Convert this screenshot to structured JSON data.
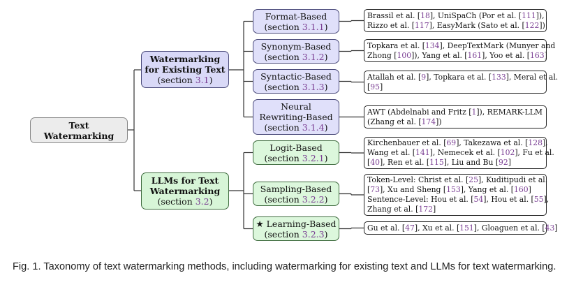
{
  "root": {
    "title_line1": "Text",
    "title_line2": "Watermarking"
  },
  "branches": [
    {
      "id": "existing",
      "title_line1": "Watermarking",
      "title_line2": "for Existing Text",
      "section_prefix": "(section ",
      "section_num": "3.1",
      "section_suffix": ")",
      "children": [
        {
          "id": "format",
          "title": [
            "Format-Based"
          ],
          "section_num": "3.1.1",
          "refs": [
            [
              [
                "Brassil et al. [",
                ""
              ],
              [
                "18",
                "ref"
              ],
              [
                "], UniSpaCh (Por et al. [",
                ""
              ],
              [
                "111",
                "ref"
              ],
              [
                "]),",
                ""
              ]
            ],
            [
              [
                "Rizzo et al. [",
                ""
              ],
              [
                "117",
                "ref"
              ],
              [
                "], EasyMark (Sato et al. [",
                ""
              ],
              [
                "122",
                "ref"
              ],
              [
                "])",
                ""
              ]
            ]
          ]
        },
        {
          "id": "synonym",
          "title": [
            "Synonym-Based"
          ],
          "section_num": "3.1.2",
          "refs": [
            [
              [
                "Topkara et al. [",
                ""
              ],
              [
                "134",
                "ref"
              ],
              [
                "], DeepTextMark (Munyer and",
                ""
              ]
            ],
            [
              [
                "Zhong [",
                ""
              ],
              [
                "100",
                "ref"
              ],
              [
                "]), Yang et al. [",
                ""
              ],
              [
                "161",
                "ref"
              ],
              [
                "], Yoo et al. [",
                ""
              ],
              [
                "163",
                "ref"
              ],
              [
                "]",
                ""
              ]
            ]
          ]
        },
        {
          "id": "syntactic",
          "title": [
            "Syntactic-Based"
          ],
          "section_num": "3.1.3",
          "refs": [
            [
              [
                "Atallah et al. [",
                ""
              ],
              [
                "9",
                "ref"
              ],
              [
                "], Topkara et al. [",
                ""
              ],
              [
                "133",
                "ref"
              ],
              [
                "], Meral et al.",
                ""
              ]
            ],
            [
              [
                "[",
                ""
              ],
              [
                "95",
                "ref"
              ],
              [
                "]",
                ""
              ]
            ]
          ]
        },
        {
          "id": "neural",
          "title": [
            "Neural",
            "Rewriting-Based"
          ],
          "section_num": "3.1.4",
          "refs": [
            [
              [
                "AWT (Abdelnabi and Fritz [",
                ""
              ],
              [
                "1",
                "ref"
              ],
              [
                "]), REMARK-LLM",
                ""
              ]
            ],
            [
              [
                "(Zhang et al. [",
                ""
              ],
              [
                "174",
                "ref"
              ],
              [
                "])",
                ""
              ]
            ]
          ]
        }
      ]
    },
    {
      "id": "llm",
      "title_line1": "LLMs for Text",
      "title_line2": "Watermarking",
      "section_prefix": "(section ",
      "section_num": "3.2",
      "section_suffix": ")",
      "children": [
        {
          "id": "logit",
          "title": [
            "Logit-Based"
          ],
          "section_num": "3.2.1",
          "refs": [
            [
              [
                "Kirchenbauer et al. [",
                ""
              ],
              [
                "69",
                "ref"
              ],
              [
                "], Takezawa et al. [",
                ""
              ],
              [
                "128",
                "ref"
              ],
              [
                "],",
                ""
              ]
            ],
            [
              [
                "Wang et al. [",
                ""
              ],
              [
                "141",
                "ref"
              ],
              [
                "], Nemecek et al. [",
                ""
              ],
              [
                "102",
                "ref"
              ],
              [
                "], Fu et al.",
                ""
              ]
            ],
            [
              [
                "[",
                ""
              ],
              [
                "40",
                "ref"
              ],
              [
                "], Ren et al. [",
                ""
              ],
              [
                "115",
                "ref"
              ],
              [
                "], Liu and Bu [",
                ""
              ],
              [
                "92",
                "ref"
              ],
              [
                "]",
                ""
              ]
            ]
          ]
        },
        {
          "id": "sampling",
          "title": [
            "Sampling-Based"
          ],
          "section_num": "3.2.2",
          "refs": [
            [
              [
                "Token-Level: Christ et al. [",
                ""
              ],
              [
                "25",
                "ref"
              ],
              [
                "], Kuditipudi et al.",
                ""
              ]
            ],
            [
              [
                "[",
                ""
              ],
              [
                "73",
                "ref"
              ],
              [
                "], Xu and Sheng [",
                ""
              ],
              [
                "153",
                "ref"
              ],
              [
                "], Yang et al. [",
                ""
              ],
              [
                "160",
                "ref"
              ],
              [
                "]",
                ""
              ]
            ],
            [
              [
                "Sentence-Level: Hou et al. [",
                ""
              ],
              [
                "54",
                "ref"
              ],
              [
                "], Hou et al. [",
                ""
              ],
              [
                "55",
                "ref"
              ],
              [
                "],",
                ""
              ]
            ],
            [
              [
                "Zhang et al. [",
                ""
              ],
              [
                "172",
                "ref"
              ],
              [
                "]",
                ""
              ]
            ]
          ]
        },
        {
          "id": "learning",
          "title": [
            "★ Learning-Based"
          ],
          "section_num": "3.2.3",
          "refs": [
            [
              [
                "Gu et al. [",
                ""
              ],
              [
                "47",
                "ref"
              ],
              [
                "], Xu et al. [",
                ""
              ],
              [
                "151",
                "ref"
              ],
              [
                "], Gloaguen et al. [",
                ""
              ],
              [
                "43",
                "ref"
              ],
              [
                "]",
                ""
              ]
            ]
          ]
        }
      ]
    }
  ],
  "caption": "Fig. 1.  Taxonomy of text watermarking methods, including watermarking for existing text and LLMs for text watermarking.",
  "colors": {
    "link": "#7a3e93",
    "existing_fill": "#d9d9f7",
    "llm_fill": "#d7f5d7",
    "root_fill": "#ececec"
  }
}
